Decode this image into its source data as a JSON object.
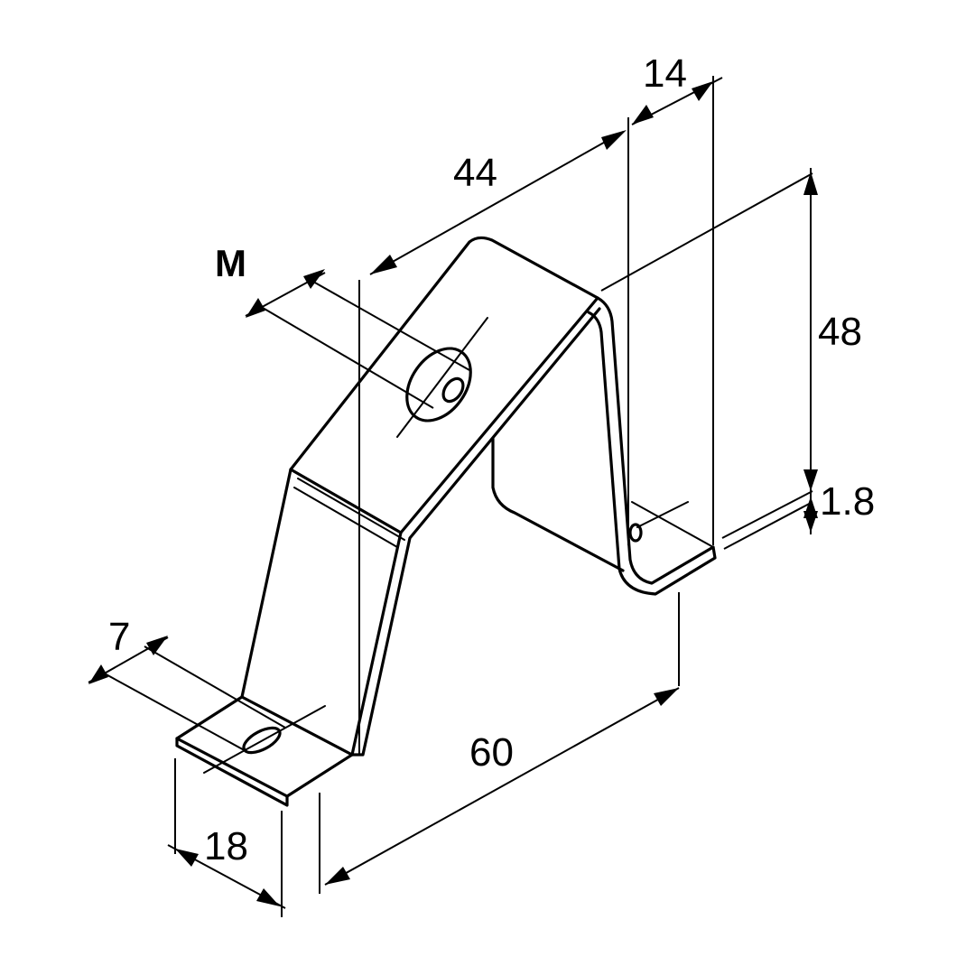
{
  "drawing": {
    "dimensions": {
      "d44": "44",
      "d14": "14",
      "d48": "48",
      "d1_8": "1.8",
      "dM": "M",
      "d7": "7",
      "d60": "60",
      "d18": "18"
    }
  }
}
